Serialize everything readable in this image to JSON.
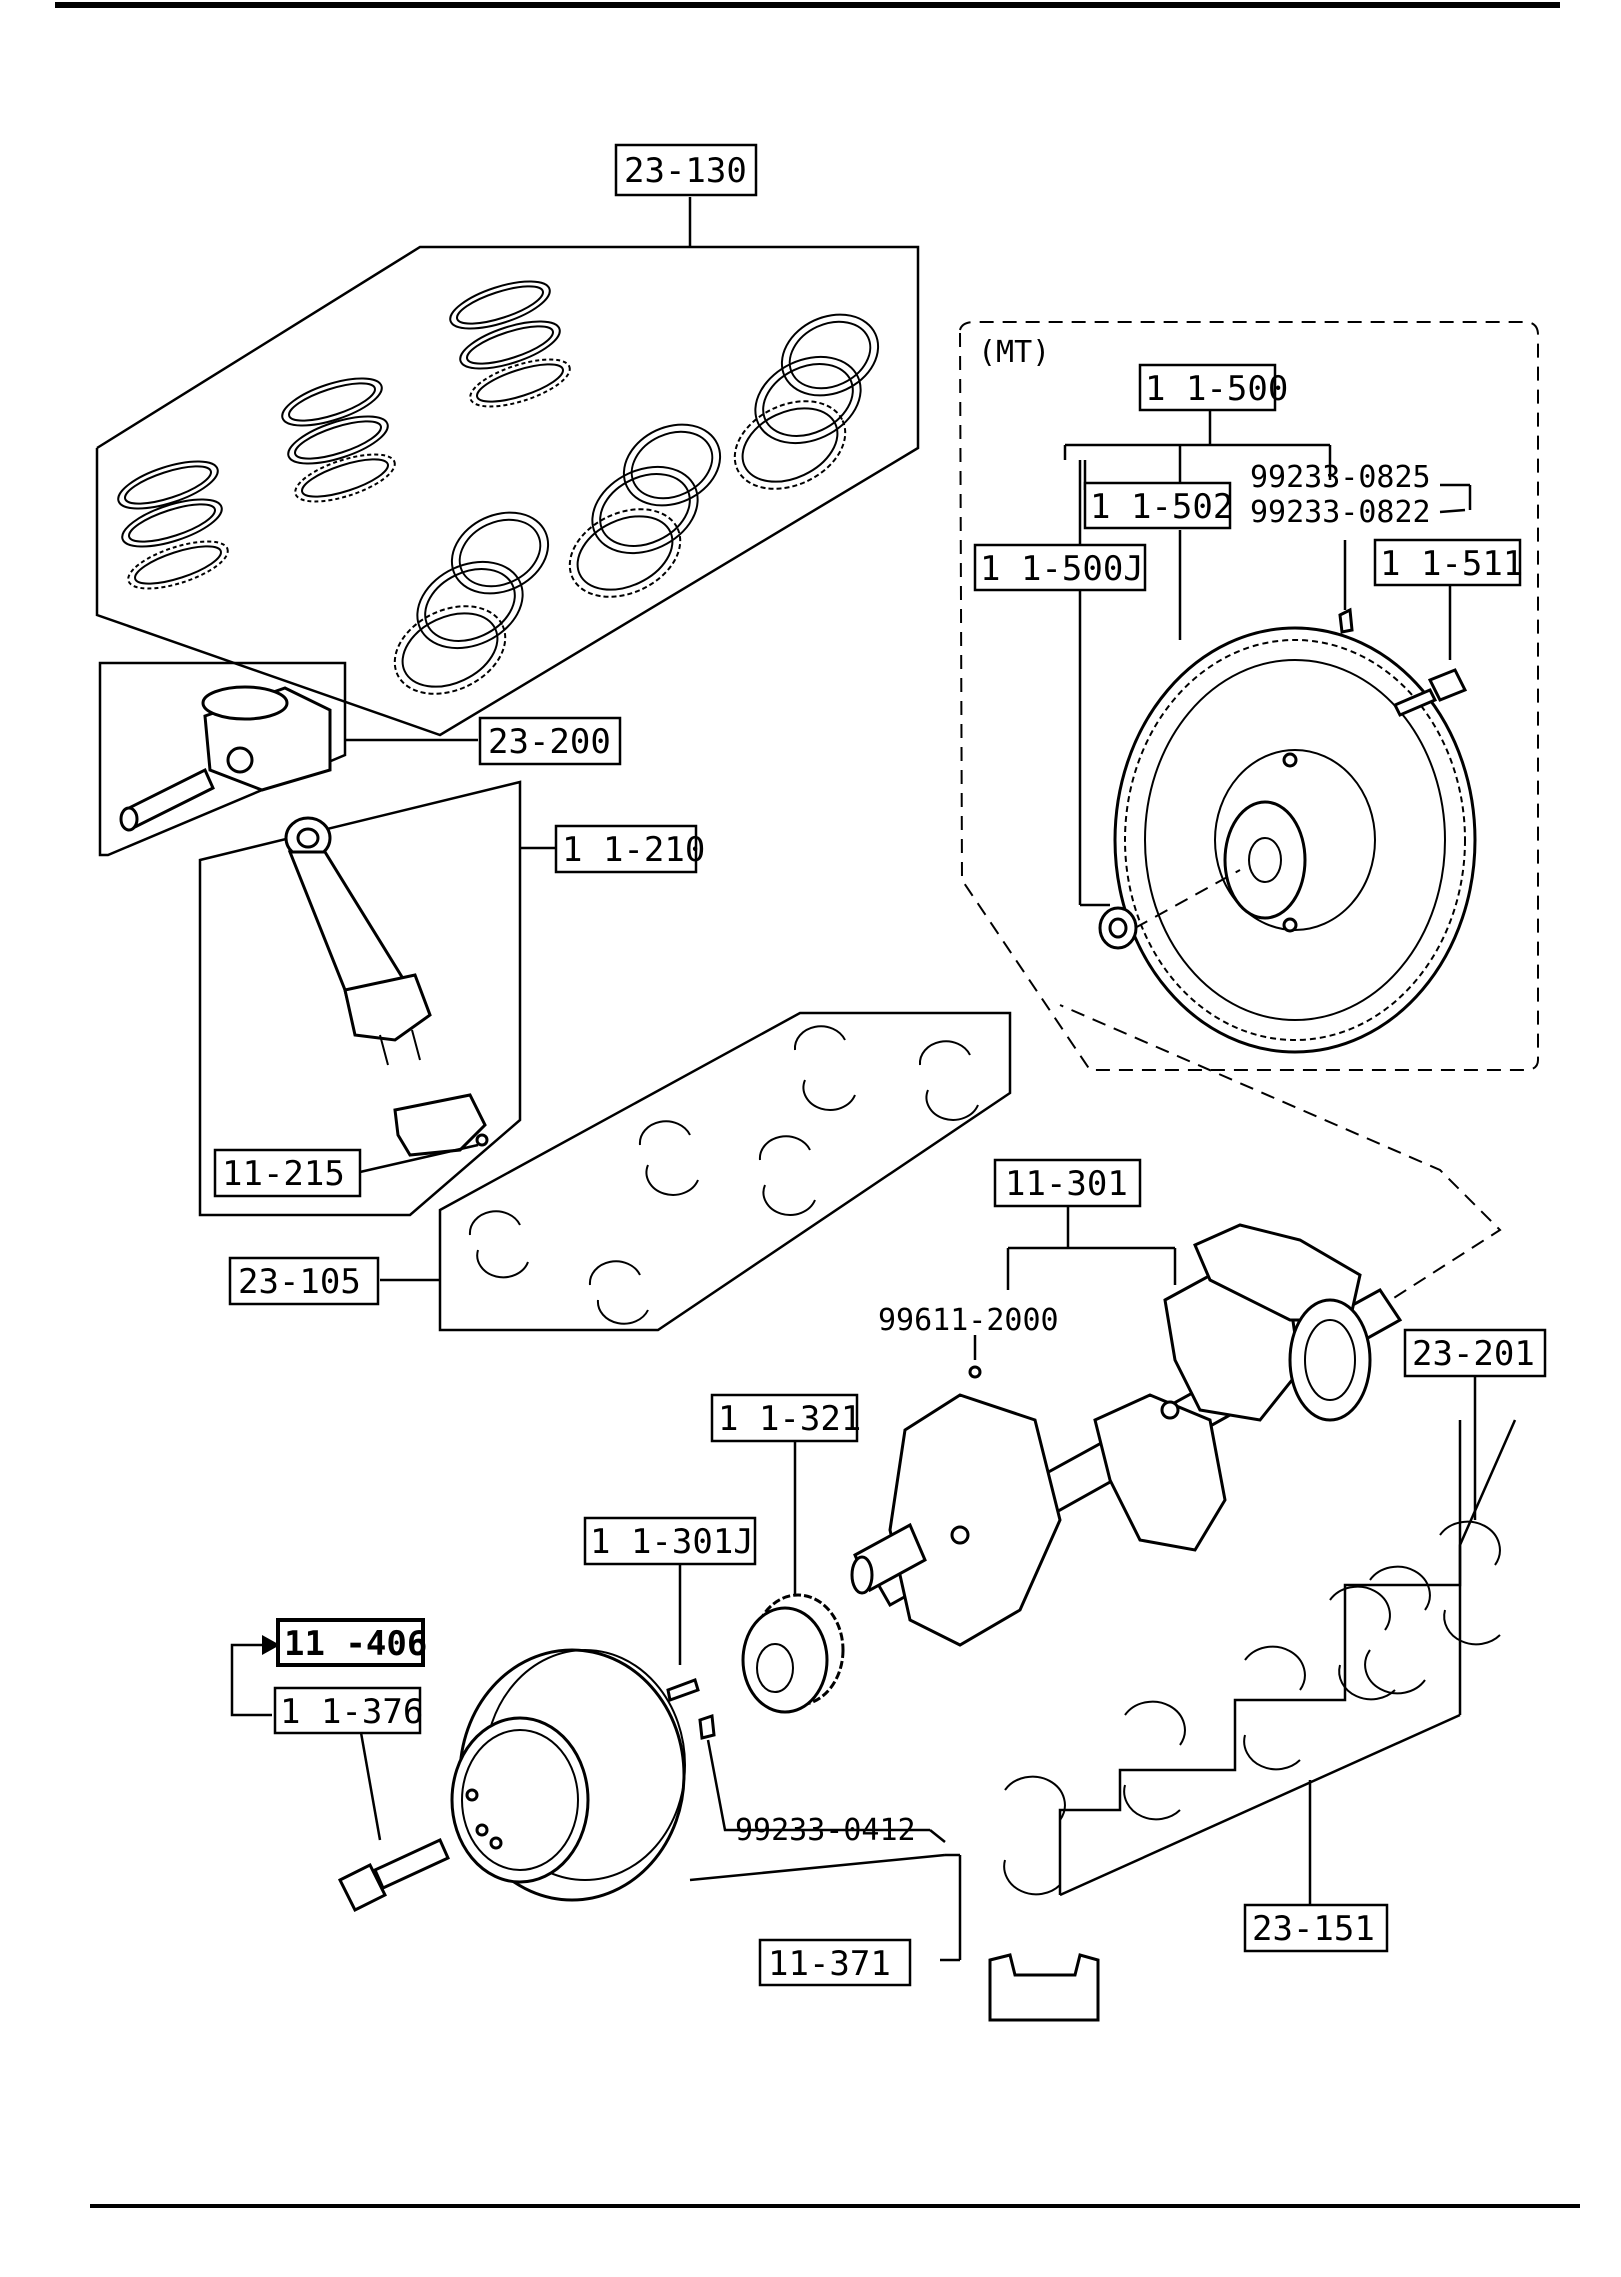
{
  "callouts": {
    "c23_130": "23-130",
    "c23_200": "23-200",
    "c11_210": "1 1-210",
    "c11_215": "11-215",
    "c23_105": "23-105",
    "mt_note": "(MT)",
    "c11_500": "1 1-500",
    "c11_502": "1 1-502",
    "c99233_0825": "99233-0825",
    "c99233_0822": "99233-0822",
    "c11_500J": "1 1-500J",
    "c11_511": "1 1-511",
    "c11_301": "11-301",
    "c99611_2000": "99611-2000",
    "c23_201": "23-201",
    "c11_321": "1 1-321",
    "c11_301J": "1 1-301J",
    "c11_406": "11 -406",
    "c11_376": "1 1-376",
    "c99233_0412": "99233-0412",
    "c11_371": "11-371",
    "c23_151": "23-151"
  }
}
